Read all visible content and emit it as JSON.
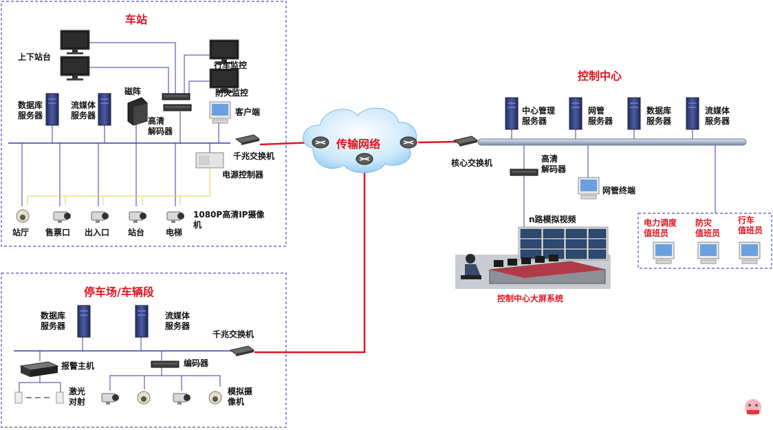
{
  "station": {
    "title": "车站",
    "platform_monitors": "上下站台",
    "train_monitor": "行车监控",
    "fire_monitor": "防灾监控",
    "client": "客户端",
    "db_server": "数据库\n服务器",
    "media_server": "流媒体\n服务器",
    "disk_array": "磁阵",
    "hd_decoder": "高清\n解码器",
    "gigabit_switch": "千兆交换机",
    "power_controller": "电源控制器",
    "cameras": [
      "站厅",
      "售票口",
      "出入口",
      "站台",
      "电梯"
    ],
    "camera_type": "1080P高清IP摄像\n机"
  },
  "network": {
    "label": "传输网络"
  },
  "control_center": {
    "title": "控制中心",
    "servers": [
      "中心管理\n服务器",
      "网管\n服务器",
      "数据库\n服务器",
      "流媒体\n服务器"
    ],
    "core_switch": "核心交换机",
    "hd_decoder": "高清\n解码器",
    "nms_terminal": "网管终端",
    "analog_video": "n路模拟视频",
    "videowall": "控制中心大屏系统",
    "operators": [
      "电力调度\n值班员",
      "防灾\n值班员",
      "行车\n值班员"
    ]
  },
  "depot": {
    "title": "停车场/车辆段",
    "db_server": "数据库\n服务器",
    "media_server": "流媒体\n服务器",
    "gigabit_switch": "千兆交换机",
    "alarm_host": "报警主机",
    "encoder": "编码器",
    "laser": "激光\n对射",
    "analog_camera": "模拟摄\n像机"
  },
  "colors": {
    "accent": "#e0141e",
    "link": "#e0141e",
    "bus": "#3a3aa8",
    "box": "#3535c8",
    "camera_link": "#f0c850"
  }
}
